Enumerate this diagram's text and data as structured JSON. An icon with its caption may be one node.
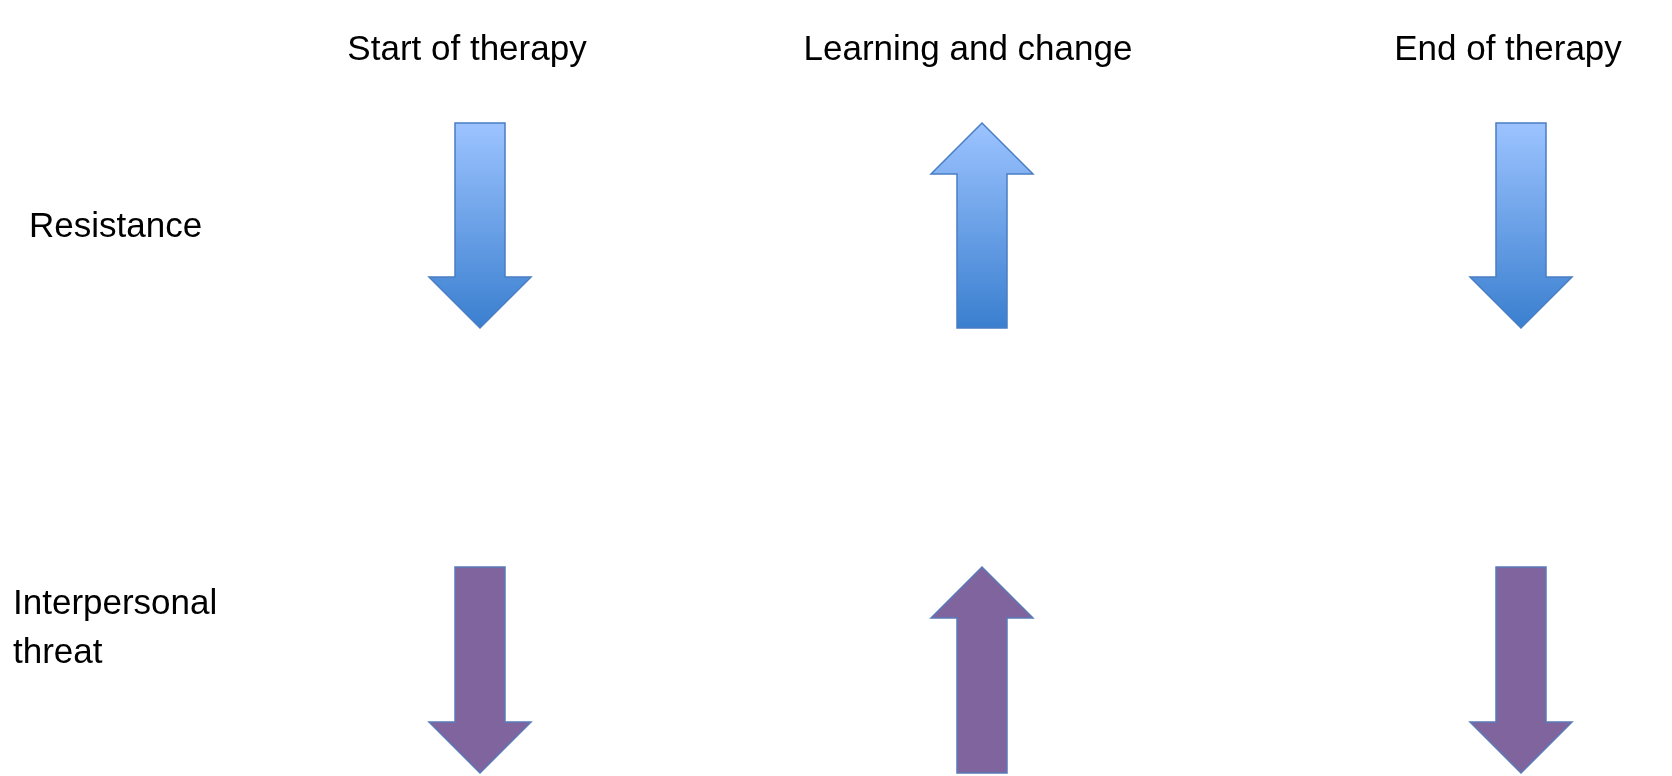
{
  "diagram": {
    "labels": [
      "Start of therapy",
      "Learning and change",
      "End of therapy",
      "Resistance",
      "Interpersonal threat"
    ]
  }
}
